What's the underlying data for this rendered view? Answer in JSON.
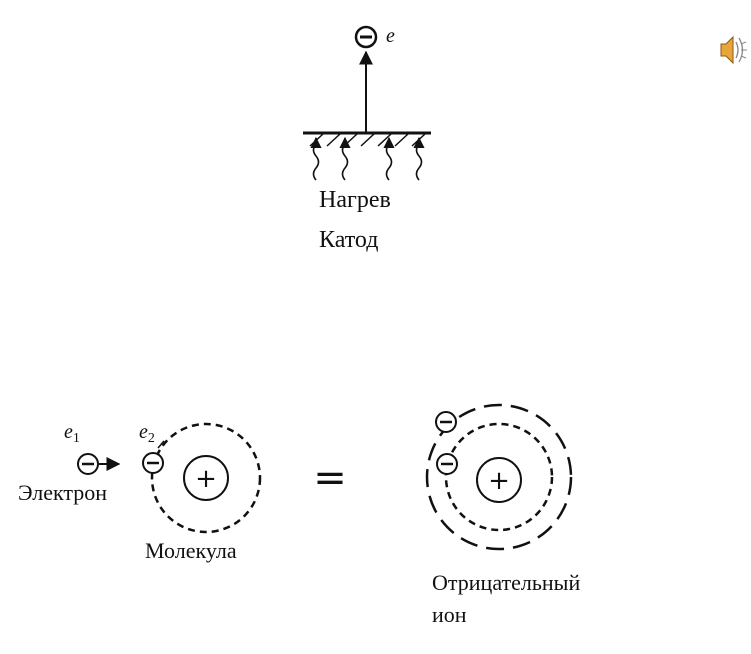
{
  "top": {
    "electron_label": "e",
    "heat_label": "Нагрев",
    "cathode_label": "Катод"
  },
  "bottom": {
    "e1_label": "e",
    "e1_sub": "1",
    "e2_label": "e",
    "e2_sub": "2",
    "electron_label": "Электрон",
    "molecule_label": "Молекула",
    "equals": "=",
    "ion_label_line1": "Отрицательный",
    "ion_label_line2": "ион",
    "plus": "+",
    "minus": "−"
  },
  "icons": {
    "speaker": "speaker-icon"
  }
}
